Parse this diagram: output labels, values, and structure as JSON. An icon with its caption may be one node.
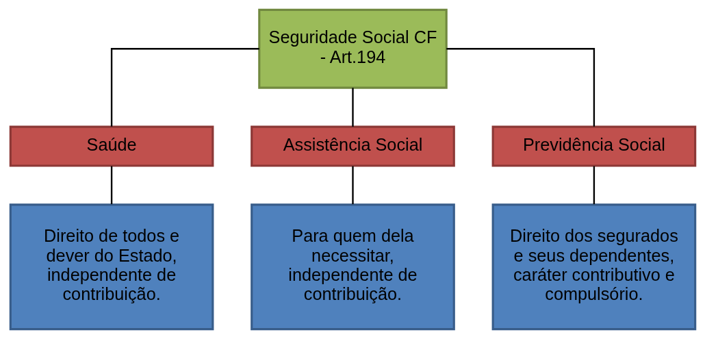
{
  "diagram": {
    "nodes": [
      {
        "text": [
          "Seguridade Social CF - Art.194"
        ]
      },
      {
        "text": [
          "Saúde"
        ]
      },
      {
        "text": [
          "Assistência Social"
        ]
      },
      {
        "text": [
          "Previdência Social"
        ]
      },
      {
        "text": [
          "Direito de todos e dever do Estado, independente de contribuição."
        ]
      },
      {
        "text": [
          "Para quem dela necessitar, independente de contribuição."
        ]
      },
      {
        "text": [
          "Direito dos segurados e seus dependentes, caráter contributivo e compulsório."
        ]
      }
    ],
    "edges": [
      {
        "from": 0,
        "to": 1,
        "arrow": "none"
      },
      {
        "from": 0,
        "to": 2,
        "arrow": "none"
      },
      {
        "from": 0,
        "to": 3,
        "arrow": "none"
      },
      {
        "from": 1,
        "to": 4,
        "arrow": "none"
      },
      {
        "from": 2,
        "to": 5,
        "arrow": "none"
      },
      {
        "from": 3,
        "to": 6,
        "arrow": "none"
      }
    ]
  }
}
